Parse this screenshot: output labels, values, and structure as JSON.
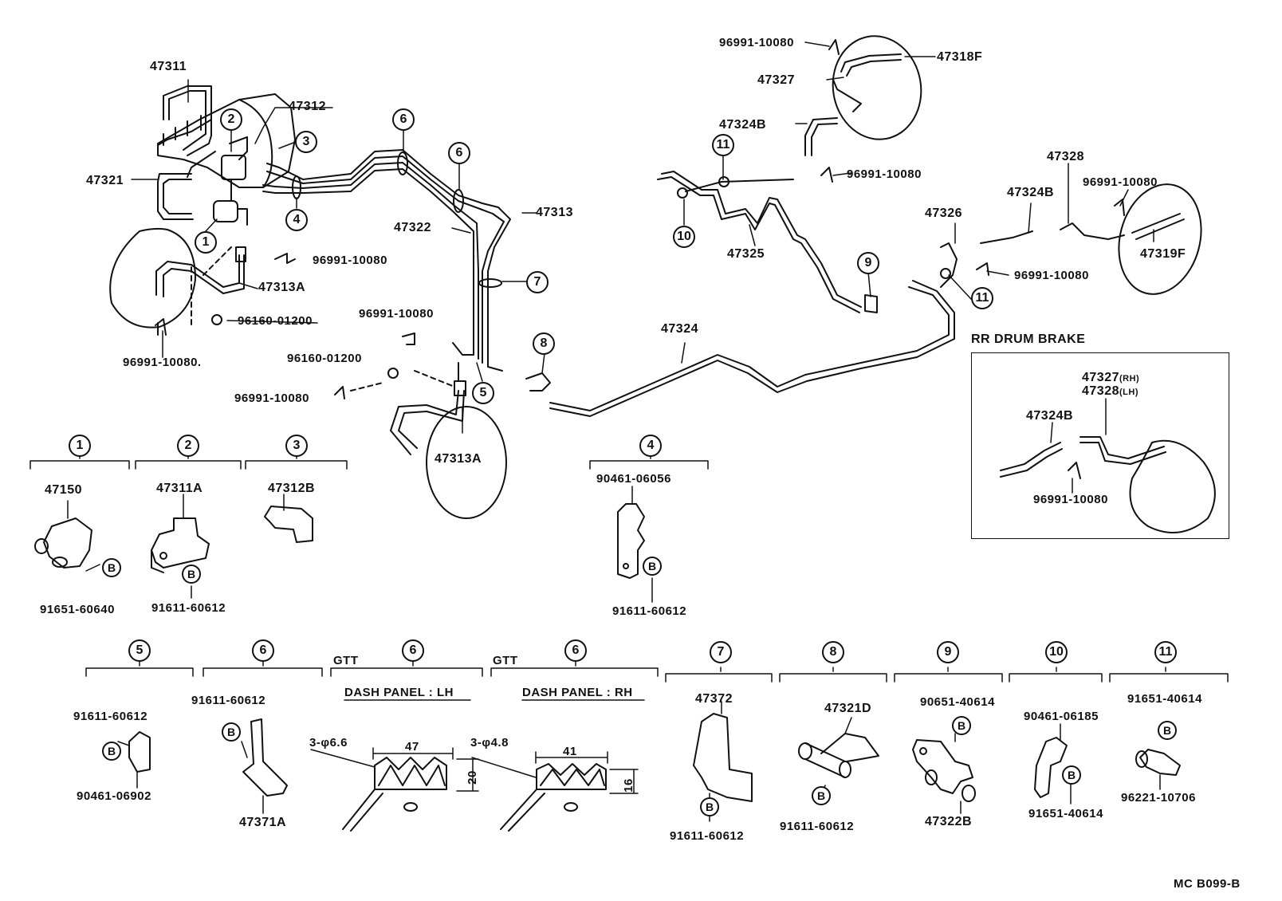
{
  "labels": {
    "p47311": "47311",
    "p47312": "47312",
    "p47321": "47321",
    "p47313A_top": "47313A",
    "p96991_a": "96991-10080",
    "p96160_a": "96160-01200",
    "p96991_b": "96991-10080.",
    "p47322": "47322",
    "p47313": "47313",
    "p96991_c": "96991-10080",
    "p96160_b": "96160-01200",
    "p96991_d": "96991-10080",
    "p47313A_mid": "47313A",
    "p47324": "47324",
    "p96991_top": "96991-10080",
    "p47318F": "47318F",
    "p47327": "47327",
    "p47324B_top": "47324B",
    "p96991_e": "96991-10080",
    "p47325": "47325",
    "p47328": "47328",
    "p47324B_r": "47324B",
    "p96991_f": "96991-10080",
    "p47326": "47326",
    "p47319F": "47319F",
    "p96991_g": "96991-10080"
  },
  "drum": {
    "title": "RR  DRUM  BRAKE",
    "p47327": "47327",
    "rh": "(RH)",
    "p47328": "47328",
    "lh": "(LH)",
    "p47324B": "47324B",
    "p96991": "96991-10080"
  },
  "callouts": [
    "1",
    "2",
    "3",
    "4",
    "5",
    "6",
    "7",
    "8",
    "9",
    "10",
    "11"
  ],
  "bolt": "B",
  "details": {
    "d1_part": "47150",
    "d1_bolt": "91651-60640",
    "d2_part": "47311A",
    "d2_bolt": "91611-60612",
    "d3_part": "47312B",
    "d4_part": "90461-06056",
    "d4_bolt": "91611-60612",
    "d5_bolt": "91611-60612",
    "d5_part": "90461-06902",
    "d6_bolt": "91611-60612",
    "d6_part": "47371A",
    "gtt": "GTT",
    "dash_lh": "DASH PANEL : LH",
    "dash_rh": "DASH PANEL : RH",
    "hole_lh": "3-φ6.6",
    "hole_rh": "3-φ4.8",
    "dim47": "47",
    "dim20": "20",
    "dim41": "41",
    "dim16": "16",
    "d7_part": "47372",
    "d7_bolt": "91611-60612",
    "d8_part": "47321D",
    "d8_bolt": "91611-60612",
    "d9_bolt": "90651-40614",
    "d9_part": "47322B",
    "d10_part": "90461-06185",
    "d10_bolt": "91651-40614",
    "d11_bolt": "91651-40614",
    "d11_part": "96221-10706"
  },
  "code": "MC B099-B"
}
